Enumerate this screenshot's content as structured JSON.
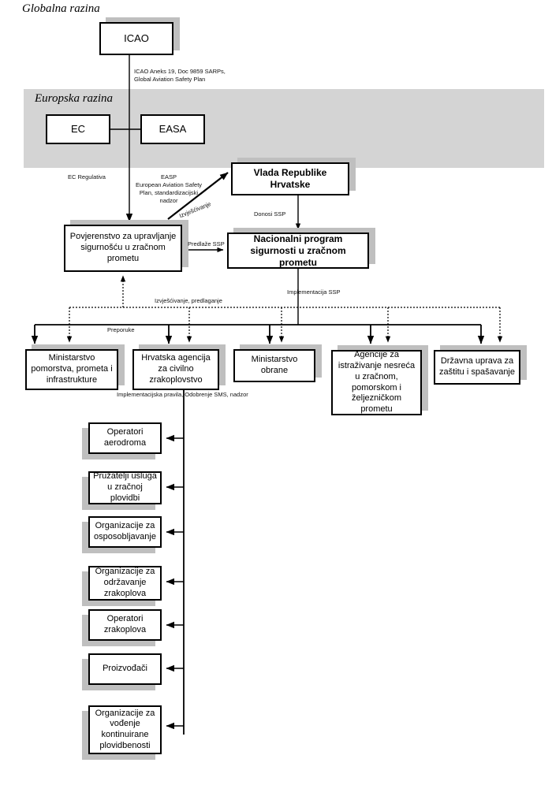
{
  "diagram": {
    "title_global": "Globalna razina",
    "title_europe": "Europska razina",
    "boxes": {
      "icao": "ICAO",
      "ec": "EC",
      "easa": "EASA",
      "vlada": "Vlada Republike Hrvatske",
      "povjerenstvo": "Povjerenstvo za upravljanje sigurnošću u zračnom prometu",
      "nacionalni_program": "Nacionalni program sigurnosti u zračnom prometu",
      "ministarstvo_pomorstva": "Ministarstvo pomorstva, prometa i infrastrukture",
      "hacz": "Hrvatska agencija za civilno zrakoplovstvo",
      "ministarstvo_obrane": "Ministarstvo obrane",
      "agencije_istrazivanje": "Agencije za istraživanje nesreća u zračnom, pomorskom i željezničkom prometu",
      "drzavna_uprava": "Državna uprava za zaštitu i spašavanje",
      "operatori_aerodroma": "Operatori aerodroma",
      "pruzatelji_usluga": "Pružatelji usluga u zračnoj plovidbi",
      "org_osposobljavanje": "Organizacije za osposobljavanje",
      "org_odrzavanje": "Organizacije za održavanje zrakoplova",
      "operatori_zrakoplova": "Operatori zrakoplova",
      "proizvodaci": "Proizvođači",
      "org_plovidbenost": "Organizacije za vođenje kontinuirane plovidbenosti"
    },
    "edge_labels": {
      "icao_docs": "ICAO Aneks 19, Doc 9859 SARPs,\nGlobal Aviation Safety Plan",
      "ec_regulativa": "EC Regulativa",
      "easp": "EASP\nEuropean Aviation Safety\nPlan, standardizacijski\nnadzor",
      "izvjescivanje": "Izvješćivanje",
      "predlaze_ssp": "Predlaže SSP",
      "donosi_ssp": "Donosi  SSP",
      "implementacija_ssp": "Implementacija SSP",
      "izvjescivanje_predlaganje": "Izvješćivanje, predlaganje",
      "preporuke": "Preporuke",
      "implementacijska_pravila": "Implementacijska pravila, Odobrenje SMS, nadzor"
    },
    "colors": {
      "band": "#d4d4d4",
      "shadow": "#bfbfbf",
      "stroke": "#000000",
      "background": "#ffffff"
    }
  }
}
